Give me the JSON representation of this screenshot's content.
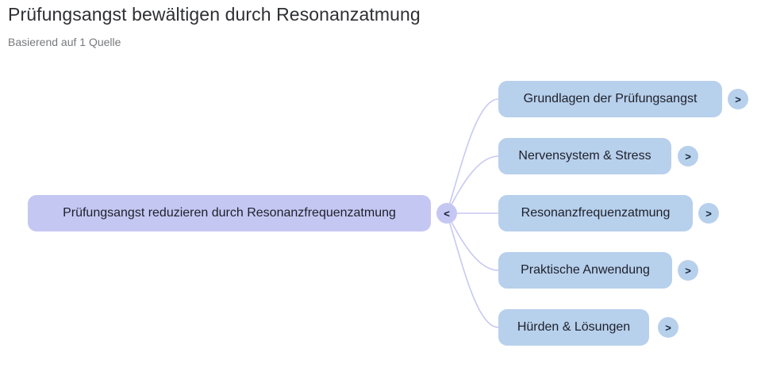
{
  "header": {
    "title": "Prüfungsangst bewältigen durch Resonanzatmung",
    "subtitle": "Basierend auf 1 Quelle"
  },
  "mindmap": {
    "root": {
      "label": "Prüfungsangst reduzieren durch Resonanzfrequenzatmung",
      "collapse_glyph": "<"
    },
    "children": [
      {
        "label": "Grundlagen der Prüfungsangst",
        "expand_glyph": ">"
      },
      {
        "label": "Nervensystem & Stress",
        "expand_glyph": ">"
      },
      {
        "label": "Resonanzfrequenzatmung",
        "expand_glyph": ">"
      },
      {
        "label": "Praktische Anwendung",
        "expand_glyph": ">"
      },
      {
        "label": "Hürden & Lösungen",
        "expand_glyph": ">"
      }
    ],
    "colors": {
      "root_node_fill": "#c5c7f3",
      "child_node_fill": "#b7d0ec",
      "connector_stroke": "#c7c9f2",
      "node_text": "#1e2029",
      "title_text": "#2f3033",
      "subtitle_text": "#77797c"
    }
  }
}
